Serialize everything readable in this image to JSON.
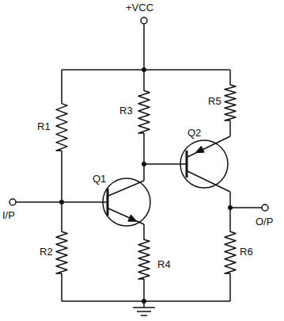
{
  "diagram": {
    "labels": [
      "+VCC",
      "R1",
      "R2",
      "R3",
      "R4",
      "R5",
      "R6",
      "Q1",
      "Q2",
      "I/P",
      "O/P"
    ]
  }
}
